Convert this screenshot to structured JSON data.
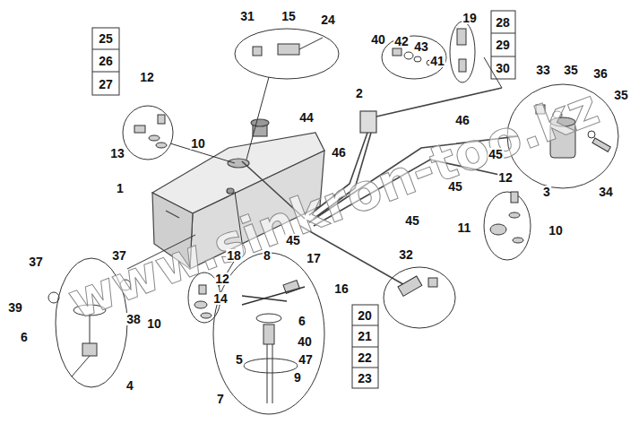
{
  "diagram": {
    "labels": [
      "25",
      "26",
      "27",
      "31",
      "15",
      "24",
      "40",
      "42",
      "43",
      "41",
      "19",
      "28",
      "29",
      "30",
      "12",
      "2",
      "46",
      "33",
      "35",
      "36",
      "35",
      "44",
      "13",
      "10",
      "46",
      "45",
      "1",
      "3",
      "34",
      "45",
      "12",
      "11",
      "10",
      "45",
      "45",
      "37",
      "37",
      "18",
      "8",
      "17",
      "32",
      "16",
      "12",
      "39",
      "14",
      "20",
      "21",
      "22",
      "23",
      "6",
      "38",
      "6",
      "10",
      "40",
      "5",
      "47",
      "9",
      "4",
      "7",
      "www.sinkron-too.kz"
    ]
  }
}
